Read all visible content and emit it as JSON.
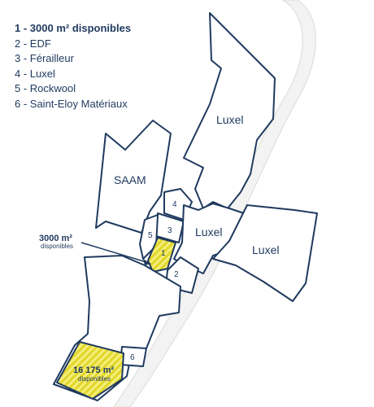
{
  "legend": [
    "1 - 3000 m² disponibles",
    "2 - EDF",
    "3 - Férailleur",
    "4 - Luxel",
    "5 - Rockwool",
    "6 - Saint-Eloy Matériaux"
  ],
  "labels": {
    "luxel_top": "Luxel",
    "saam": "SAAM",
    "luxel_mid": "Luxel",
    "luxel_right": "Luxel",
    "n1": "1",
    "n2": "2",
    "n3": "3",
    "n4": "4",
    "n5": "5",
    "n6": "6"
  },
  "callouts": {
    "small_area": "3000 m²",
    "small_sub": "disponibles",
    "big_area": "16 175 m²",
    "big_sub": "disponibles"
  },
  "colors": {
    "outline": "#1f3a5f",
    "available": "#e8e23a",
    "road": "#f2f3f2"
  }
}
